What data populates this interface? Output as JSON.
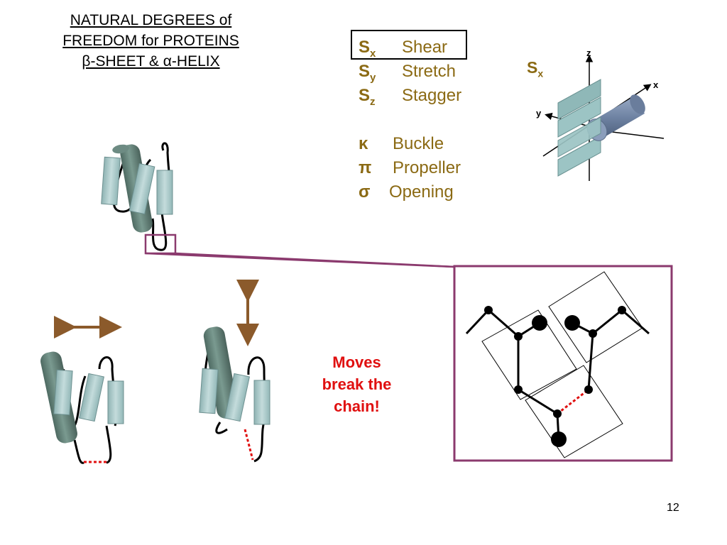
{
  "title": {
    "line1": "NATURAL DEGREES of",
    "line2": "FREEDOM for PROTEINS",
    "line3": "β-SHEET & α-HELIX"
  },
  "dof": [
    {
      "symbol": "S",
      "subscript": "x",
      "label": "Shear"
    },
    {
      "symbol": "S",
      "subscript": "y",
      "label": "Stretch"
    },
    {
      "symbol": "S",
      "subscript": "z",
      "label": "Stagger"
    },
    {
      "symbol": "κ",
      "subscript": "",
      "label": "Buckle"
    },
    {
      "symbol": "π",
      "subscript": "",
      "label": "Propeller"
    },
    {
      "symbol": "σ",
      "subscript": "",
      "label": "Opening"
    }
  ],
  "axes_diagram": {
    "label_symbol": "S",
    "label_subscript": "x",
    "axis_z": "z",
    "axis_x": "x",
    "axis_y": "y"
  },
  "callout": {
    "line1": "Moves",
    "line2": "break the",
    "line3": "chain!"
  },
  "page_number": "12",
  "colors": {
    "accent_gold": "#8b6a14",
    "alert_red": "#e01010",
    "frame_purple": "#8b3a6e",
    "helix_dark": "#5e7b72",
    "strand_light": "#a8c8c8",
    "arrow_brown": "#8b5a2b",
    "cylinder_blue": "#7a8fae"
  }
}
